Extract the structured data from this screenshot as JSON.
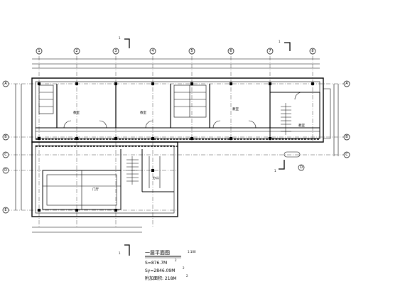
{
  "drawing": {
    "title": "一层平面图",
    "scale": "1:100",
    "section_mark": "1",
    "stats": [
      {
        "label": "S=876.7M",
        "sup": "2"
      },
      {
        "label": "Sy=2846.09M",
        "sup": "2"
      },
      {
        "label": "附加面积: 218M",
        "sup": "2"
      }
    ]
  },
  "axes": {
    "top": [
      "1",
      "2",
      "3",
      "4",
      "5",
      "6",
      "7",
      "8"
    ],
    "left": [
      "A",
      "B",
      "C",
      "D",
      "E"
    ],
    "right": [
      "A",
      "B",
      "C",
      "D"
    ]
  },
  "rooms": [
    {
      "name": "room-1",
      "label": "教室"
    },
    {
      "name": "room-2",
      "label": "教室"
    },
    {
      "name": "room-3",
      "label": "教室"
    },
    {
      "name": "room-4",
      "label": "教室"
    },
    {
      "name": "room-5",
      "label": "办公"
    },
    {
      "name": "room-6",
      "label": "门厅"
    }
  ]
}
